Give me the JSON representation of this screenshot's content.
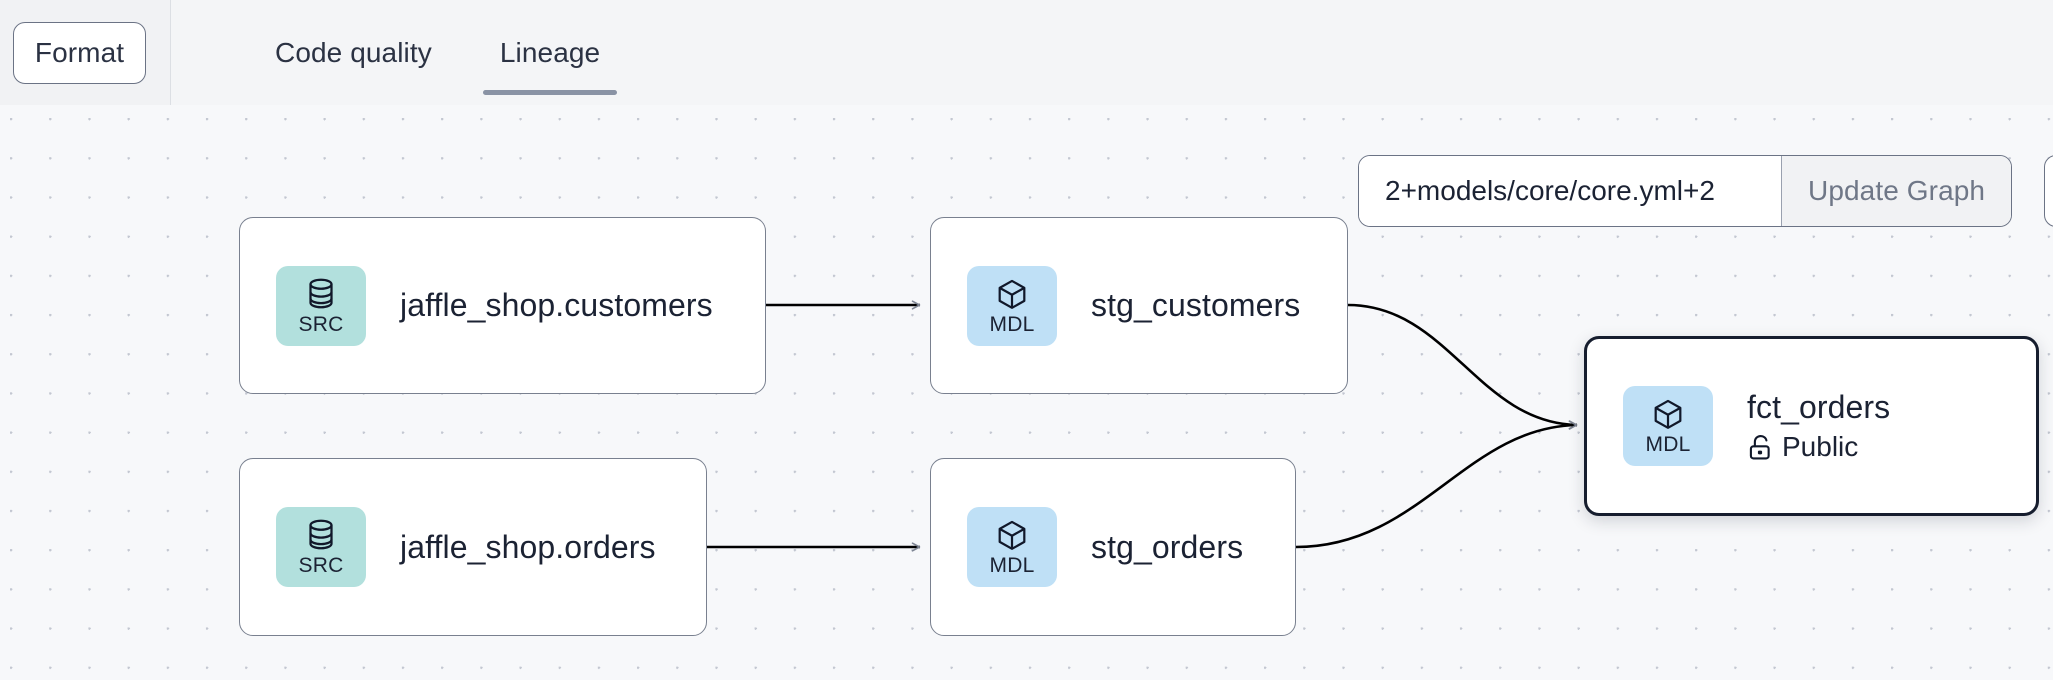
{
  "toolbar": {
    "format_label": "Format",
    "tabs": [
      {
        "label": "Code quality",
        "active": false
      },
      {
        "label": "Lineage",
        "active": true
      }
    ]
  },
  "graph_controls": {
    "selector_value": "2+models/core/core.yml+2",
    "selector_placeholder": "",
    "update_button_label": "Update Graph"
  },
  "lineage": {
    "nodes": [
      {
        "id": "jaffle_shop_customers",
        "title": "jaffle_shop.customers",
        "badge_label": "SRC",
        "badge_type": "source",
        "badge_color": "#b2e0dd",
        "icon": "database-icon",
        "selected": false,
        "subtitle": null
      },
      {
        "id": "stg_customers",
        "title": "stg_customers",
        "badge_label": "MDL",
        "badge_type": "model",
        "badge_color": "#bfe0f6",
        "icon": "cube-icon",
        "selected": false,
        "subtitle": null
      },
      {
        "id": "jaffle_shop_orders",
        "title": "jaffle_shop.orders",
        "badge_label": "SRC",
        "badge_type": "source",
        "badge_color": "#b2e0dd",
        "icon": "database-icon",
        "selected": false,
        "subtitle": null
      },
      {
        "id": "stg_orders",
        "title": "stg_orders",
        "badge_label": "MDL",
        "badge_type": "model",
        "badge_color": "#bfe0f6",
        "icon": "cube-icon",
        "selected": false,
        "subtitle": null
      },
      {
        "id": "fct_orders",
        "title": "fct_orders",
        "badge_label": "MDL",
        "badge_type": "model",
        "badge_color": "#bfe0f6",
        "icon": "cube-icon",
        "selected": true,
        "subtitle": "Public",
        "subtitle_icon": "unlock-icon"
      }
    ],
    "edges": [
      {
        "from": "jaffle_shop_customers",
        "to": "stg_customers",
        "shape": "straight"
      },
      {
        "from": "jaffle_shop_orders",
        "to": "stg_orders",
        "shape": "straight"
      },
      {
        "from": "stg_customers",
        "to": "fct_orders",
        "shape": "curve"
      },
      {
        "from": "stg_orders",
        "to": "fct_orders",
        "shape": "curve"
      }
    ]
  },
  "colors": {
    "canvas_background": "#f7f8fa",
    "header_background": "#f4f5f7",
    "node_border": "#79808f",
    "node_border_selected": "#161d2e",
    "text": "#1b2233",
    "tab_underline_active": "#8a93a5",
    "edge_stroke": "#000000"
  }
}
